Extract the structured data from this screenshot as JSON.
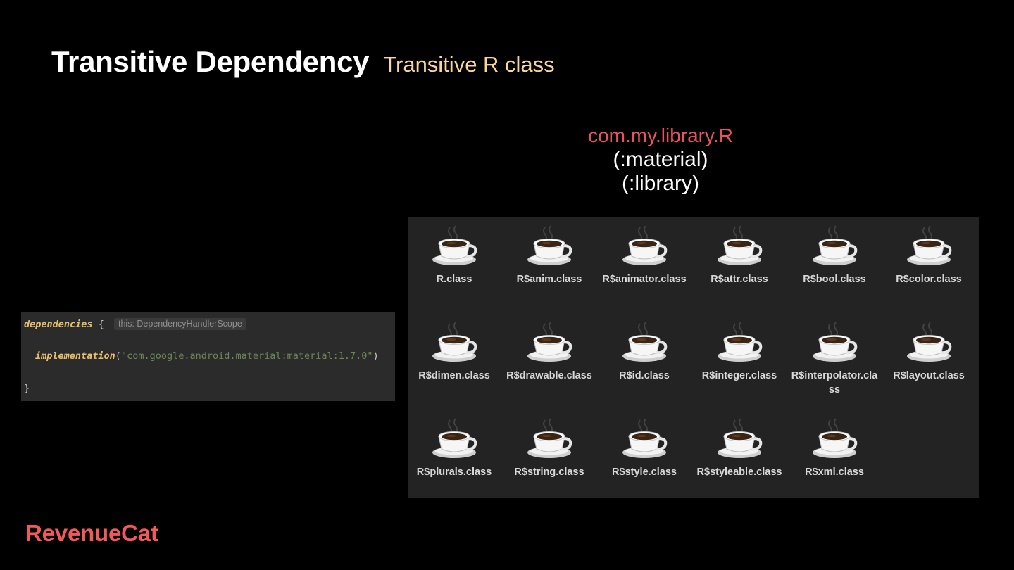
{
  "slide": {
    "title": "Transitive Dependency",
    "subtitle": "Transitive R class"
  },
  "modules": {
    "package": "com.my.library.R",
    "lines": [
      "(:material)",
      "(:library)"
    ]
  },
  "code": {
    "keyword": "dependencies",
    "open_brace": "{",
    "hint": "this: DependencyHandlerScope",
    "call": "implementation",
    "paren_open": "(",
    "argument": "\"com.google.android.material:material:1.7.0\"",
    "paren_close": ")",
    "close_brace": "}"
  },
  "files": [
    "R.class",
    "R$anim.class",
    "R$animator.class",
    "R$attr.class",
    "R$bool.class",
    "R$color.class",
    "R$dimen.class",
    "R$drawable.class",
    "R$id.class",
    "R$integer.class",
    "R$interpolator.class",
    "R$layout.class",
    "R$plurals.class",
    "R$string.class",
    "R$style.class",
    "R$styleable.class",
    "R$xml.class"
  ],
  "file_icon": "java-coffee-cup-icon",
  "logo": {
    "text": "RevenueCat"
  },
  "colors": {
    "subtitle": "#f7d79a",
    "package": "#e8535e",
    "brand": "#f25a5a",
    "code_keyword": "#e7c06b",
    "code_string": "#6a8759",
    "panel_bg": "#2b2b2b",
    "grid_bg": "#232323"
  }
}
